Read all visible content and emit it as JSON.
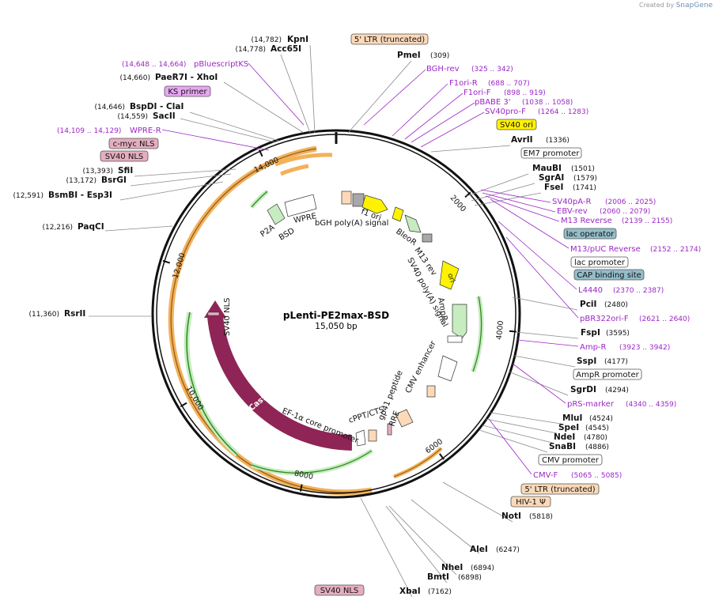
{
  "credit": {
    "prefix": "Created by",
    "brand": "SnapGene"
  },
  "plasmid": {
    "name": "pLenti-PE2max-BSD",
    "size": "15,050 bp",
    "length": 15050
  },
  "tick_labels": [
    "2000",
    "4000",
    "6000",
    "8000",
    "10,000",
    "12,000",
    "14,000"
  ],
  "enzymes": [
    {
      "name": "KpnI",
      "pos": "(14,782)"
    },
    {
      "name": "Acc65I",
      "pos": "(14,778)"
    },
    {
      "name": "PaeR7I - XhoI",
      "pos": "(14,660)"
    },
    {
      "name": "BspDI - ClaI",
      "pos": "(14,646)"
    },
    {
      "name": "SacII",
      "pos": "(14,559)"
    },
    {
      "name": "SfiI",
      "pos": "(13,393)"
    },
    {
      "name": "BsrGI",
      "pos": "(13,172)"
    },
    {
      "name": "BsmBI - Esp3I",
      "pos": "(12,591)"
    },
    {
      "name": "PaqCI",
      "pos": "(12,216)"
    },
    {
      "name": "RsrII",
      "pos": "(11,360)"
    },
    {
      "name": "PmeI",
      "pos": "(309)"
    },
    {
      "name": "AvrII",
      "pos": "(1336)"
    },
    {
      "name": "MauBI",
      "pos": "(1501)"
    },
    {
      "name": "SgrAI",
      "pos": "(1579)"
    },
    {
      "name": "FseI",
      "pos": "(1741)"
    },
    {
      "name": "PciI",
      "pos": "(2480)"
    },
    {
      "name": "FspI",
      "pos": "(3595)"
    },
    {
      "name": "SspI",
      "pos": "(4177)"
    },
    {
      "name": "SgrDI",
      "pos": "(4294)"
    },
    {
      "name": "MluI",
      "pos": "(4524)"
    },
    {
      "name": "SpeI",
      "pos": "(4545)"
    },
    {
      "name": "NdeI",
      "pos": "(4780)"
    },
    {
      "name": "SnaBI",
      "pos": "(4886)"
    },
    {
      "name": "NotI",
      "pos": "(5818)"
    },
    {
      "name": "AleI",
      "pos": "(6247)"
    },
    {
      "name": "NheI",
      "pos": "(6894)"
    },
    {
      "name": "BmtI",
      "pos": "(6898)"
    },
    {
      "name": "XbaI",
      "pos": "(7162)"
    }
  ],
  "primers": [
    {
      "name": "pBluescriptKS",
      "pos": "(14,648 .. 14,664)"
    },
    {
      "name": "WPRE-R",
      "pos": "(14,109 .. 14,129)"
    },
    {
      "name": "BGH-rev",
      "pos": "(325 .. 342)"
    },
    {
      "name": "F1ori-R",
      "pos": "(688 .. 707)"
    },
    {
      "name": "F1ori-F",
      "pos": "(898 .. 919)"
    },
    {
      "name": "pBABE 3'",
      "pos": "(1038 .. 1058)"
    },
    {
      "name": "SV40pro-F",
      "pos": "(1264 .. 1283)"
    },
    {
      "name": "SV40pA-R",
      "pos": "(2006 .. 2025)"
    },
    {
      "name": "EBV-rev",
      "pos": "(2060 .. 2079)"
    },
    {
      "name": "M13 Reverse",
      "pos": "(2139 .. 2155)"
    },
    {
      "name": "M13/pUC Reverse",
      "pos": "(2152 .. 2174)"
    },
    {
      "name": "L4440",
      "pos": "(2370 .. 2387)"
    },
    {
      "name": "pBR322ori-F",
      "pos": "(2621 .. 2640)"
    },
    {
      "name": "Amp-R",
      "pos": "(3923 .. 3942)"
    },
    {
      "name": "pRS-marker",
      "pos": "(4340 .. 4359)"
    },
    {
      "name": "CMV-F",
      "pos": "(5065 .. 5085)"
    }
  ],
  "boxed_labels": [
    {
      "name": "5' LTR (truncated)",
      "color": "#fbd9b9"
    },
    {
      "name": "KS primer",
      "color": "#e8a7f2"
    },
    {
      "name": "c-myc NLS",
      "color": "#e4aebf"
    },
    {
      "name": "SV40 NLS",
      "color": "#e4aebf"
    },
    {
      "name": "SV40 ori",
      "color": "#fff200"
    },
    {
      "name": "EM7 promoter",
      "color": "#ffffff"
    },
    {
      "name": "lac operator",
      "color": "#94bdc9"
    },
    {
      "name": "lac promoter",
      "color": "#ffffff"
    },
    {
      "name": "CAP binding site",
      "color": "#94bdc9"
    },
    {
      "name": "AmpR promoter",
      "color": "#ffffff"
    },
    {
      "name": "CMV promoter",
      "color": "#ffffff"
    },
    {
      "name": "5' LTR (truncated)",
      "color": "#fbd9b9"
    },
    {
      "name": "HIV-1 Ψ",
      "color": "#fbd9b9"
    },
    {
      "name": "SV40 NLS",
      "color": "#e4aebf"
    }
  ],
  "features": [
    {
      "name": "P2A"
    },
    {
      "name": "BSD"
    },
    {
      "name": "WPRE"
    },
    {
      "name": "bGH poly(A) signal"
    },
    {
      "name": "f1 ori"
    },
    {
      "name": "BleoR"
    },
    {
      "name": "M13 rev"
    },
    {
      "name": "SV40 poly(A) signal"
    },
    {
      "name": "ori"
    },
    {
      "name": "AmpR"
    },
    {
      "name": "CMV enhancer"
    },
    {
      "name": "gp41 peptide"
    },
    {
      "name": "RRE"
    },
    {
      "name": "cPPT/CTS"
    },
    {
      "name": "EF-1α core promoter"
    },
    {
      "name": "Cas9"
    },
    {
      "name": "SV40 NLS"
    }
  ],
  "colors": {
    "primer": "#9b27c6",
    "orf": "#97d98c",
    "cas9": "#8f2556",
    "ori": "#fff200",
    "ltr": "#f3b15a"
  }
}
